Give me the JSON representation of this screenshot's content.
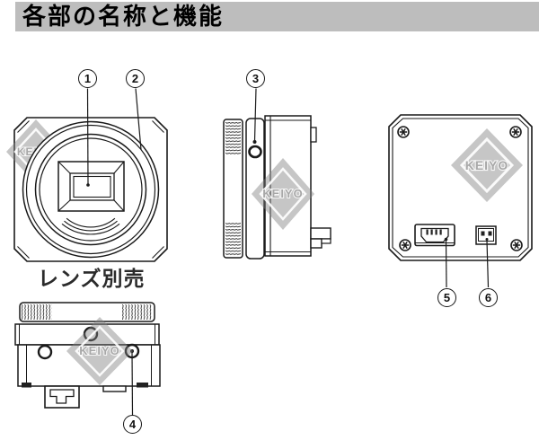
{
  "header": {
    "title": "各部の名称と機能"
  },
  "front_view": {
    "caption": "レンズ別売"
  },
  "watermark": {
    "text": "KEIYO",
    "color": "#c6c6c6"
  },
  "callouts": [
    {
      "number": "1"
    },
    {
      "number": "2"
    },
    {
      "number": "3"
    },
    {
      "number": "4"
    },
    {
      "number": "5"
    },
    {
      "number": "6"
    }
  ],
  "colors": {
    "header_bar": "#bdbdbd",
    "line_art": "#1a1a1a",
    "background": "#ffffff"
  }
}
